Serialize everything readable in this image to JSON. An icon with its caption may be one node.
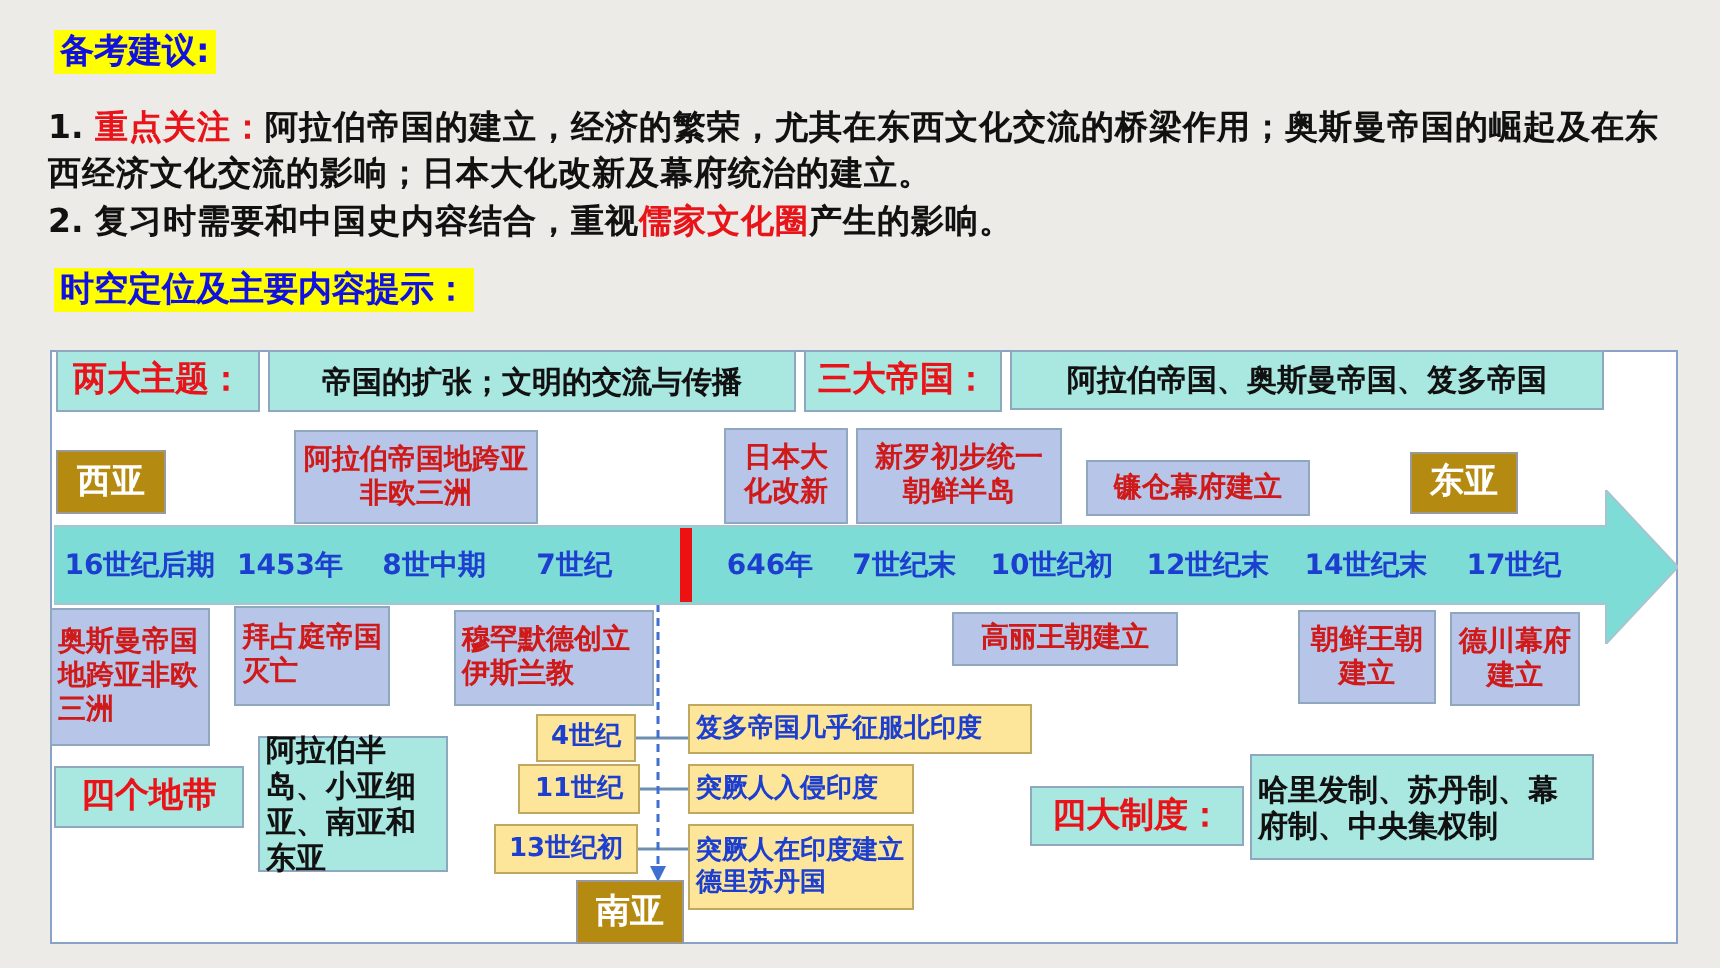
{
  "diagram": {
    "title": "备考建议:",
    "nodes": [
      {
        "text": [
          "两大主题："
        ]
      },
      {
        "text": [
          "帝国的扩张；文明的交流与传播"
        ]
      },
      {
        "text": [
          "三大帝国："
        ]
      },
      {
        "text": [
          "阿拉伯帝国、奥斯曼帝国、笈多帝国"
        ]
      },
      {
        "text": [
          "西亚"
        ]
      },
      {
        "text": [
          "阿拉伯帝国地跨亚非欧三洲"
        ]
      },
      {
        "text": [
          "日本大化改新"
        ]
      },
      {
        "text": [
          "新罗初步统一朝鲜半岛"
        ]
      },
      {
        "text": [
          "镰仓幕府建立"
        ]
      },
      {
        "text": [
          "东亚"
        ]
      },
      {
        "text": [
          "16世纪后期",
          "1453年",
          "8世中期",
          "7世纪",
          "646年",
          "7世纪末",
          "10世纪初",
          "12世纪末",
          "14世纪末",
          "17世纪"
        ]
      },
      {
        "text": [
          "奥斯曼帝国地跨亚非欧三洲"
        ]
      },
      {
        "text": [
          "拜占庭帝国灭亡"
        ]
      },
      {
        "text": [
          "穆罕默德创立伊斯兰教"
        ]
      },
      {
        "text": [
          "高丽王朝建立"
        ]
      },
      {
        "text": [
          "朝鲜王朝建立"
        ]
      },
      {
        "text": [
          "德川幕府建立"
        ]
      },
      {
        "text": [
          "4世纪"
        ]
      },
      {
        "text": [
          "笈多帝国几乎征服北印度"
        ]
      },
      {
        "text": [
          "四个地带"
        ]
      },
      {
        "text": [
          "阿拉伯半岛、小亚细亚、南亚和东亚"
        ]
      },
      {
        "text": [
          "11世纪"
        ]
      },
      {
        "text": [
          "突厥人入侵印度"
        ]
      },
      {
        "text": [
          "四大制度："
        ]
      },
      {
        "text": [
          "哈里发制、苏丹制、幕府制、中央集权制"
        ]
      },
      {
        "text": [
          "13世纪初"
        ]
      },
      {
        "text": [
          "突厥人在印度建立德里苏丹国"
        ]
      },
      {
        "text": [
          "南亚"
        ]
      }
    ],
    "edges": [
      {
        "from": 17,
        "to": 18,
        "arrow": "none"
      },
      {
        "from": 21,
        "to": 22,
        "arrow": "none"
      },
      {
        "from": 25,
        "to": 26,
        "arrow": "none"
      },
      {
        "from": 10,
        "to": 27,
        "arrow": "to",
        "style": "dashed",
        "color": "#3f6fd0"
      }
    ],
    "labels": [
      "1. **重点关注：**阿拉伯帝国的建立，经济的繁荣，尤其在东西文化交流的桥梁作用；奥斯曼帝国的崛起及在东西经济文化交流的影响；日本大化改新及幕府统治的建立。",
      "2. 复习时需要和中国史内容结合，重视**儒家文化圈**产生的影响。",
      "时空定位及主要内容提示："
    ]
  }
}
